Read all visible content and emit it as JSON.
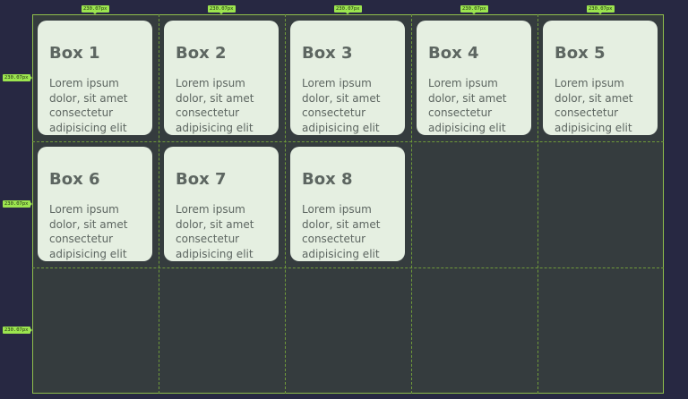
{
  "overlay": {
    "column_sizes": [
      "230.07px",
      "230.07px",
      "230.07px",
      "230.07px",
      "230.07px"
    ],
    "row_sizes": [
      "230.07px",
      "230.07px",
      "230.07px"
    ],
    "line_color": "#8fbe4b",
    "badge_color": "#9ce54f"
  },
  "boxes": [
    {
      "title": "Box 1",
      "text": "Lorem ipsum dolor, sit amet consectetur adipisicing elit"
    },
    {
      "title": "Box 2",
      "text": "Lorem ipsum dolor, sit amet consectetur adipisicing elit"
    },
    {
      "title": "Box 3",
      "text": "Lorem ipsum dolor, sit amet consectetur adipisicing elit"
    },
    {
      "title": "Box 4",
      "text": "Lorem ipsum dolor, sit amet consectetur adipisicing elit"
    },
    {
      "title": "Box 5",
      "text": "Lorem ipsum dolor, sit amet consectetur adipisicing elit"
    },
    {
      "title": "Box 6",
      "text": "Lorem ipsum dolor, sit amet consectetur adipisicing elit"
    },
    {
      "title": "Box 7",
      "text": "Lorem ipsum dolor, sit amet consectetur adipisicing elit"
    },
    {
      "title": "Box 8",
      "text": "Lorem ipsum dolor, sit amet consectetur adipisicing elit"
    }
  ],
  "colors": {
    "page_background": "#272842",
    "grid_background": "#353c3e",
    "box_background": "#e5efe1",
    "box_text": "#5d6661"
  }
}
